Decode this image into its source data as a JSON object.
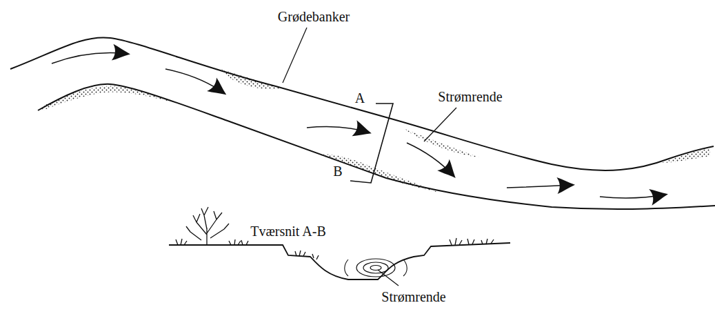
{
  "diagram": {
    "labels": [
      "Grødebanker",
      "A",
      "B",
      "Strømrende",
      "Tværsnit A-B",
      "Strømrende"
    ]
  }
}
